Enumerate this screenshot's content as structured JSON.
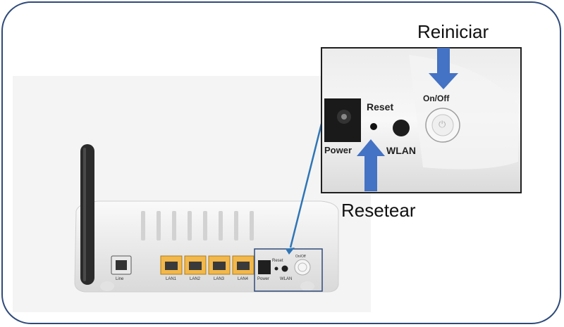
{
  "labels": {
    "reiniciar": "Reiniciar",
    "resetear": "Resetear"
  },
  "router_ports": {
    "line": "Line",
    "lan": [
      "LAN1",
      "LAN2",
      "LAN3",
      "LAN4"
    ],
    "power": "Power",
    "reset": "Reset",
    "wlan": "WLAN",
    "on_off": "On/Off"
  },
  "zoom_panel": {
    "reset": "Reset",
    "power": "Power",
    "wlan": "WLAN",
    "on_off": "On/Off"
  },
  "colors": {
    "frame_border": "#2f4a7a",
    "arrow_fill": "#4472c4",
    "connector_line": "#2e75b6",
    "lan_port": "#f2b84b"
  },
  "icons": {
    "arrow_down": "arrow-down-icon",
    "arrow_up": "arrow-up-icon",
    "power_symbol": "power-icon"
  }
}
